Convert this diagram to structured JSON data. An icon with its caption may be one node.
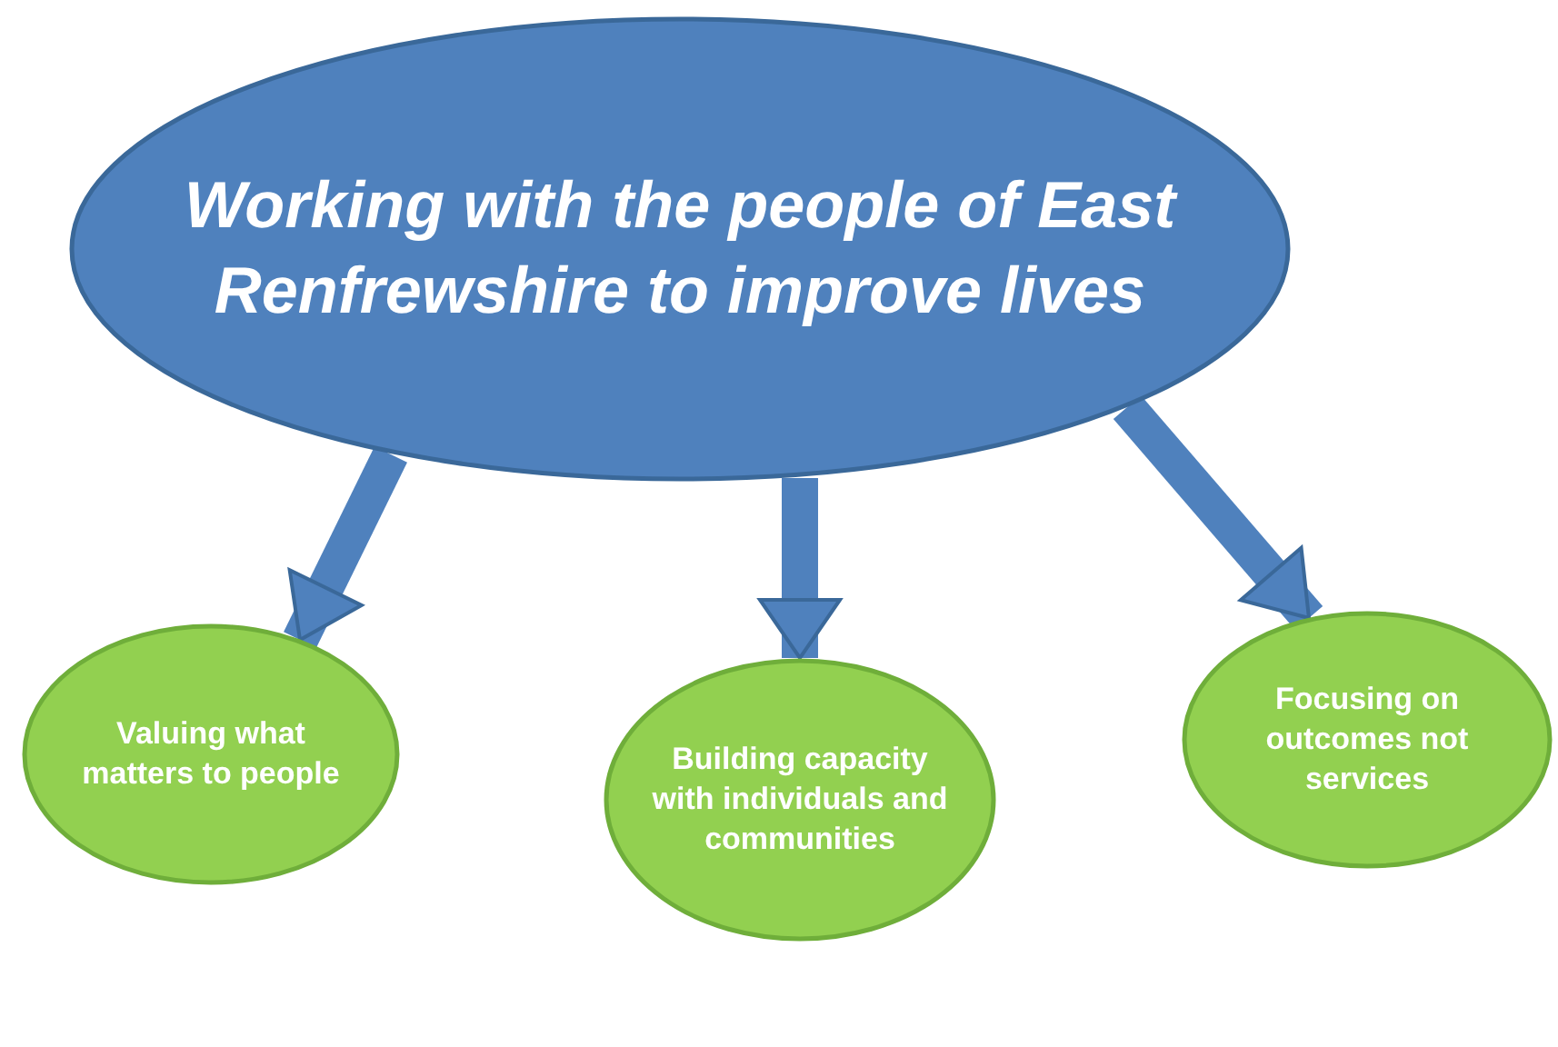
{
  "diagram": {
    "nodes": [
      {
        "text": [
          "Working with the people of East Renfrewshire to improve lives"
        ]
      },
      {
        "text": [
          "Valuing what matters to people"
        ]
      },
      {
        "text": [
          "Building capacity with individuals and communities"
        ]
      },
      {
        "text": [
          "Focusing on outcomes not services"
        ]
      }
    ],
    "edges": [
      {
        "from": 0,
        "to": 1,
        "arrow": "to"
      },
      {
        "from": 0,
        "to": 2,
        "arrow": "to"
      },
      {
        "from": 0,
        "to": 3,
        "arrow": "to"
      }
    ]
  }
}
